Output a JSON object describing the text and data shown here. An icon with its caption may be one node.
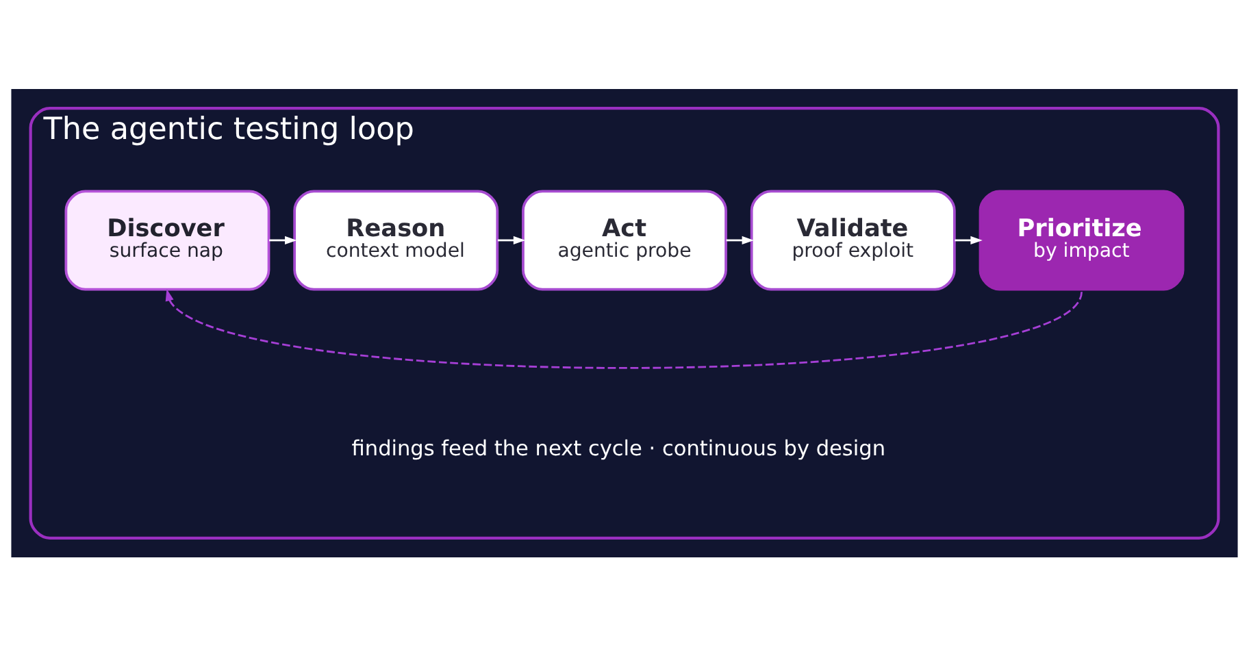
{
  "diagram": {
    "nodes": [
      {
        "text": [
          "The agentic testing loop"
        ]
      },
      {
        "text": [
          "Discover",
          "surface nap"
        ],
        "in": 0
      },
      {
        "text": [
          "Reason",
          "context model"
        ],
        "in": 0
      },
      {
        "text": [
          "Act",
          "agentic probe"
        ],
        "in": 0
      },
      {
        "text": [
          "Validate",
          "proof exploit"
        ],
        "in": 0
      },
      {
        "text": [
          "Prioritize",
          "by impact"
        ],
        "in": 0
      }
    ],
    "edges": [
      {
        "from": 1,
        "to": 2,
        "arrow": "to"
      },
      {
        "from": 2,
        "to": 3,
        "arrow": "to"
      },
      {
        "from": 3,
        "to": 4,
        "arrow": "to"
      },
      {
        "from": 4,
        "to": 5,
        "arrow": "to"
      },
      {
        "from": 5,
        "to": 1,
        "arrow": "to",
        "style": "dashed",
        "color": "#a63fd6"
      }
    ],
    "labels": [
      "findings feed the next cycle · continuous by design"
    ]
  }
}
